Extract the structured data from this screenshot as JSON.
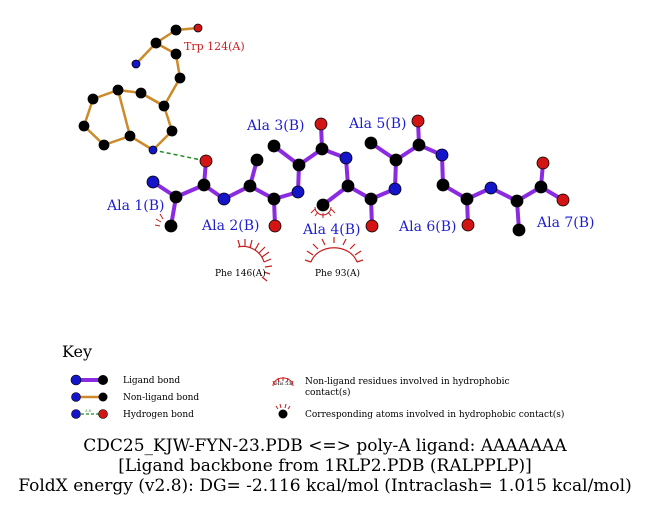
{
  "colors": {
    "ligand_bond": "#8a2be2",
    "nonligand_bond": "#cd8a2a",
    "hbond": "#228b22",
    "carbon": "#000000",
    "nitrogen": "#1414c8",
    "oxygen": "#d21414",
    "hydrophobic": "#c81e1e",
    "ligand_label": "#1f1fd0",
    "nonligand_label": "#c81e1e"
  },
  "residue_labels": {
    "trp124": "Trp 124(A)",
    "ala1": "Ala 1(B)",
    "ala2": "Ala 2(B)",
    "ala3": "Ala 3(B)",
    "ala4": "Ala 4(B)",
    "ala5": "Ala 5(B)",
    "ala6": "Ala 6(B)",
    "ala7": "Ala 7(B)"
  },
  "hydrophobic_residues": {
    "phe146": "Phe 146(A)",
    "phe93": "Phe 93(A)"
  },
  "key": {
    "title": "Key",
    "ligand_bond": "Ligand bond",
    "nonligand_bond": "Non-ligand bond",
    "hydrogen_bond": "Hydrogen bond",
    "hbond_sample_distance": "3.0",
    "hydrophobic_sample_label": "His 53",
    "hydrophobic_residue_line1": "Non-ligand residues involved in hydrophobic",
    "hydrophobic_residue_line2": "contact(s)",
    "hydrophobic_atoms": "Corresponding atoms involved in hydrophobic contact(s)"
  },
  "footer": {
    "line1": "CDC25_KJW-FYN-23.PDB <=> poly-A ligand: AAAAAAA",
    "line2": "[Ligand backbone from 1RLP2.PDB (RALPPLP)]",
    "line3": "FoldX energy (v2.8): DG= -2.116 kcal/mol (Intraclash= 1.015 kcal/mol)"
  }
}
